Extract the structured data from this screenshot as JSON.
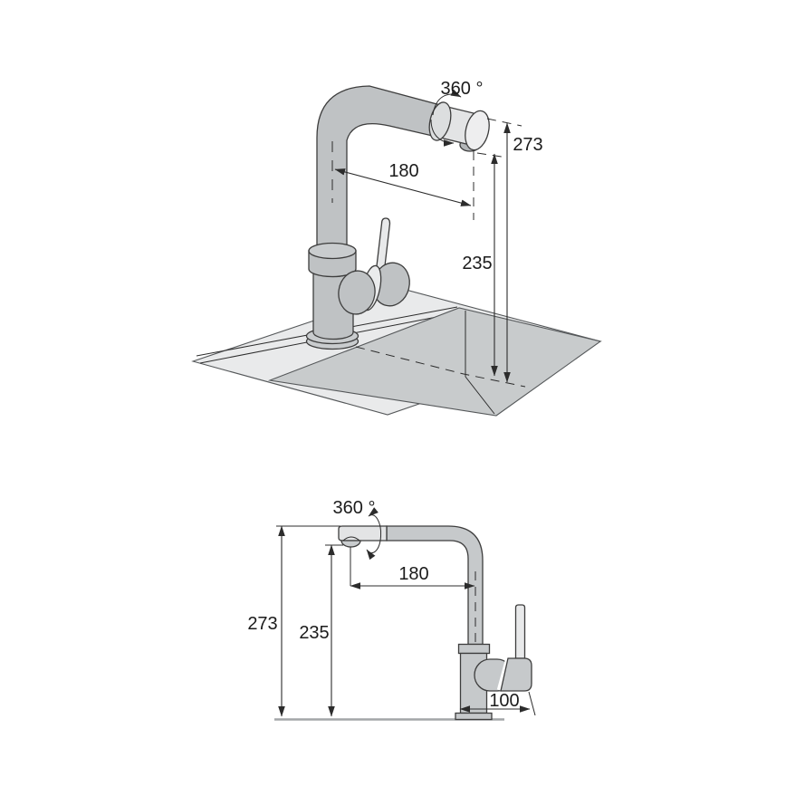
{
  "drawing": {
    "palette": {
      "outline": "#3d3d3d",
      "dimension_lines": "#2c2c2c",
      "label_text": "#1b1b1b",
      "metal_iso": "#bfc2c4",
      "metal_side": "#c6c9cb",
      "metal_light_tip": "#e3e4e5",
      "metal_end_cap": "#eeeeef",
      "lever_light": "#e8e9ea",
      "aerator_dark": "#b3b6b8",
      "sink_deck": "#e9eaeb",
      "sink_basin": "#c8cbcc",
      "ground_line": "#a3a6a8",
      "background": "#ffffff"
    },
    "iso_view": {
      "rotation_label": "360 °",
      "total_height": "273",
      "spout_height": "235",
      "spout_reach": "180"
    },
    "side_view": {
      "rotation_label": "360 °",
      "total_height": "273",
      "spout_height": "235",
      "spout_reach": "180",
      "base_depth": "100"
    }
  }
}
